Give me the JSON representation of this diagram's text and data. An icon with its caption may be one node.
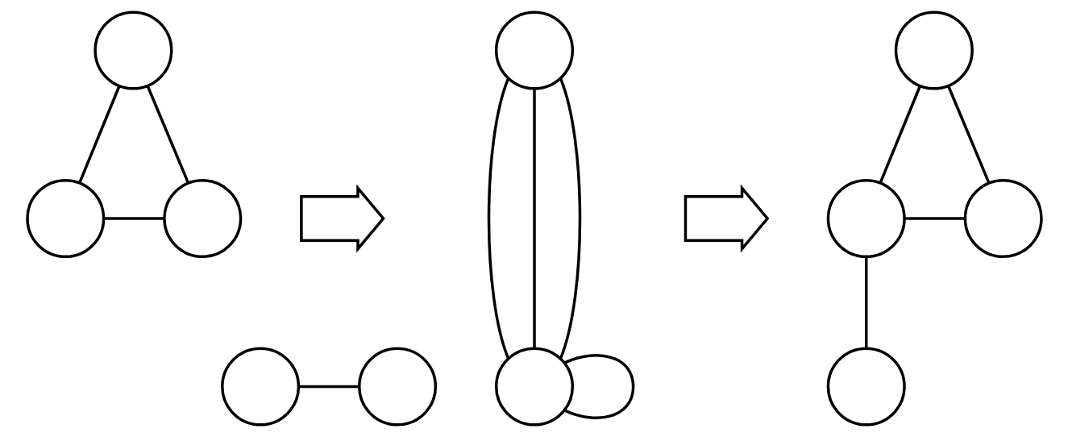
{
  "diagram": {
    "nodes": [
      {
        "text": [],
        "shape": "circle"
      },
      {
        "text": [],
        "shape": "circle"
      },
      {
        "text": [],
        "shape": "circle"
      },
      {
        "text": [],
        "shape": "circle"
      },
      {
        "text": [],
        "shape": "circle"
      },
      {
        "text": [],
        "shape": "arrow"
      },
      {
        "text": [],
        "shape": "circle"
      },
      {
        "text": [],
        "shape": "circle"
      },
      {
        "text": [],
        "shape": "arrow"
      },
      {
        "text": [],
        "shape": "circle"
      },
      {
        "text": [],
        "shape": "circle"
      },
      {
        "text": [],
        "shape": "circle"
      },
      {
        "text": [],
        "shape": "circle"
      }
    ],
    "edges": [
      {
        "from": 0,
        "to": 1,
        "arrow": "none"
      },
      {
        "from": 0,
        "to": 2,
        "arrow": "none"
      },
      {
        "from": 1,
        "to": 2,
        "arrow": "none"
      },
      {
        "from": 3,
        "to": 4,
        "arrow": "none"
      },
      {
        "from": 6,
        "to": 7,
        "arrow": "none"
      },
      {
        "from": 6,
        "to": 7,
        "arrow": "none"
      },
      {
        "from": 6,
        "to": 7,
        "arrow": "none"
      },
      {
        "from": 7,
        "to": 7,
        "arrow": "none"
      },
      {
        "from": 9,
        "to": 10,
        "arrow": "none"
      },
      {
        "from": 9,
        "to": 11,
        "arrow": "none"
      },
      {
        "from": 10,
        "to": 11,
        "arrow": "none"
      },
      {
        "from": 10,
        "to": 12,
        "arrow": "none"
      }
    ]
  }
}
